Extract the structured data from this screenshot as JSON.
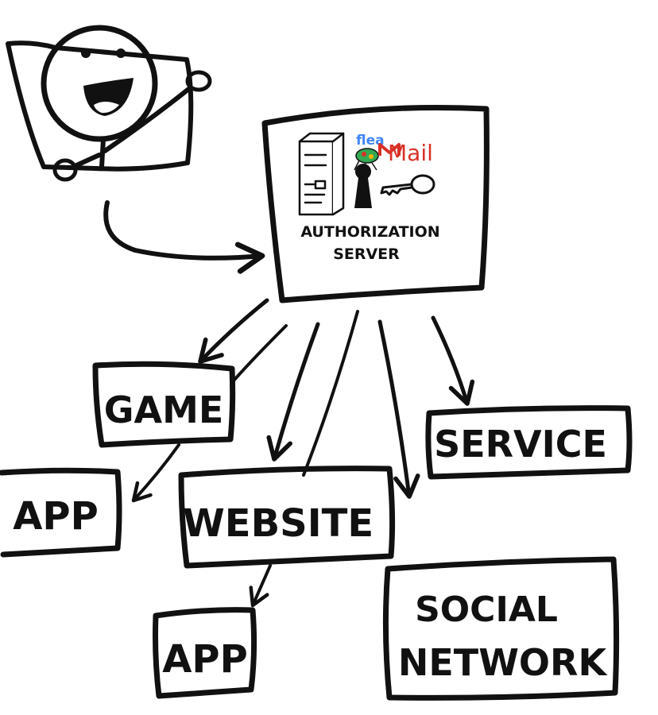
{
  "server": {
    "brand_flea": "flea",
    "brand_mail": "Mail",
    "line1": "AUTHORIZATION",
    "line2": "SERVER"
  },
  "clients": {
    "game": "GAME",
    "app_left": "APP",
    "website": "WEBSITE",
    "service": "SERVICE",
    "app_bottom": "APP",
    "social_line1": "SOCIAL",
    "social_line2": "NETWORK"
  },
  "colors": {
    "ink": "#111111",
    "chair": "#c8c8c8",
    "mail_red": "#d93025",
    "mail_blue": "#4285f4",
    "mail_yellow": "#f4b400",
    "mail_green": "#34a853"
  }
}
